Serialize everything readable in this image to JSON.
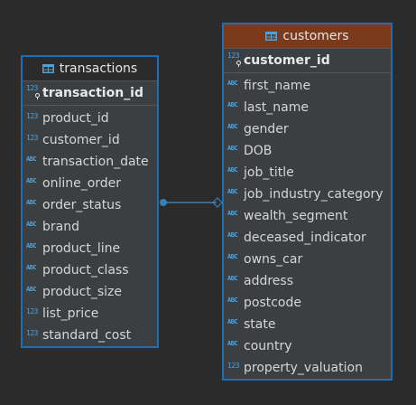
{
  "colors": {
    "background": "#2b2b2b",
    "entity_border": "#1f6fb0",
    "entity_body": "#3c3f41",
    "customers_header": "#7a3a1c",
    "transactions_header": "#2b2b2b",
    "type_icon": "#4aa3e0",
    "connector": "#3a7fb5"
  },
  "transactions": {
    "title": "transactions",
    "icon": "table-icon",
    "pk": {
      "type": "123",
      "name": "transaction_id"
    },
    "columns": [
      {
        "type": "123",
        "name": "product_id"
      },
      {
        "type": "123",
        "name": "customer_id"
      },
      {
        "type": "ABC",
        "name": "transaction_date"
      },
      {
        "type": "ABC",
        "name": "online_order"
      },
      {
        "type": "ABC",
        "name": "order_status"
      },
      {
        "type": "ABC",
        "name": "brand"
      },
      {
        "type": "ABC",
        "name": "product_line"
      },
      {
        "type": "ABC",
        "name": "product_class"
      },
      {
        "type": "ABC",
        "name": "product_size"
      },
      {
        "type": "123",
        "name": "list_price"
      },
      {
        "type": "123",
        "name": "standard_cost"
      }
    ]
  },
  "customers": {
    "title": "customers",
    "icon": "table-icon",
    "pk": {
      "type": "123",
      "name": "customer_id"
    },
    "columns": [
      {
        "type": "ABC",
        "name": "first_name"
      },
      {
        "type": "ABC",
        "name": "last_name"
      },
      {
        "type": "ABC",
        "name": "gender"
      },
      {
        "type": "ABC",
        "name": "DOB"
      },
      {
        "type": "ABC",
        "name": "job_title"
      },
      {
        "type": "ABC",
        "name": "job_industry_category"
      },
      {
        "type": "ABC",
        "name": "wealth_segment"
      },
      {
        "type": "ABC",
        "name": "deceased_indicator"
      },
      {
        "type": "ABC",
        "name": "owns_car"
      },
      {
        "type": "ABC",
        "name": "address"
      },
      {
        "type": "ABC",
        "name": "postcode"
      },
      {
        "type": "ABC",
        "name": "state"
      },
      {
        "type": "ABC",
        "name": "country"
      },
      {
        "type": "123",
        "name": "property_valuation"
      }
    ]
  }
}
